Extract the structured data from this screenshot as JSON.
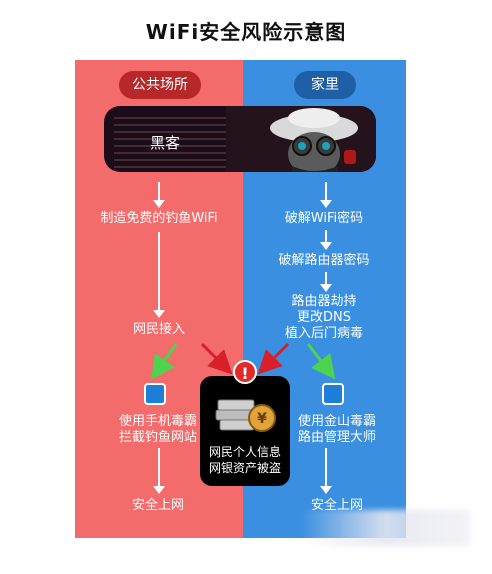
{
  "title": "WiFi安全风险示意图",
  "left": {
    "header": "公共场所",
    "steps": [
      "制造免费的钓鱼WiFi",
      "网民接入"
    ],
    "defense": [
      "使用手机毒霸",
      "拦截钓鱼网站"
    ],
    "result": "安全上网"
  },
  "right": {
    "header": "家里",
    "steps": [
      "破解WiFi密码",
      "破解路由器密码",
      "路由器劫持",
      "更改DNS",
      "植入后门病毒"
    ],
    "defense": [
      "使用金山毒霸",
      "路由管理大师"
    ],
    "result": "安全上网"
  },
  "hacker_label": "黑客",
  "center": {
    "warning": "!",
    "lines": [
      "网民个人信息",
      "网银资产被盗"
    ]
  },
  "colors": {
    "left_bg": "#f46b6b",
    "right_bg": "#3a8fe0",
    "left_pill": "#b7282a",
    "right_pill": "#1f5fa6",
    "green_arrow": "#4ed34e",
    "red_arrow": "#d8202a"
  },
  "icons": [
    "hacker-figure-icon",
    "money-stack-icon",
    "warning-icon",
    "antivirus-shield-icon"
  ]
}
